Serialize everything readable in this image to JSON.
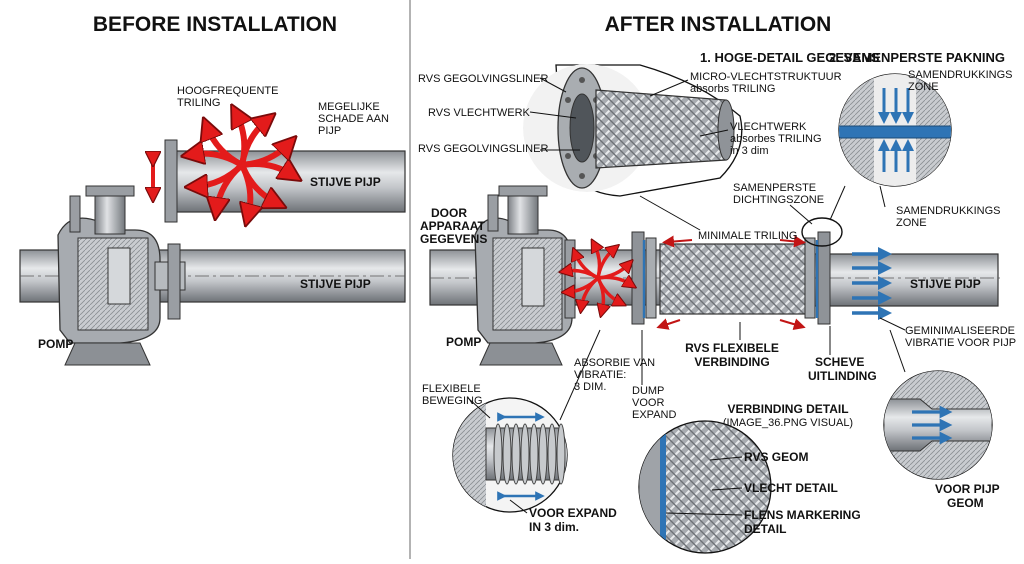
{
  "before": {
    "title": "BEFORE INSTALLATION",
    "label_vibration": [
      "HOOGFREQUENTE",
      "TRILING"
    ],
    "label_damage": [
      "MEGELIJKE",
      "SCHADE AAN",
      "PIJP"
    ],
    "label_pipe_top": "STIJVE PIJP",
    "label_pipe_bottom": "STIJVE PIJP",
    "label_pump": "POMP"
  },
  "after": {
    "title": "AFTER INSTALLATION",
    "detail1_title": "1. HOGE-DETAIL GEGEVENS",
    "detail1_liner_top": "RVS GEGOLVINGSLINER",
    "detail1_braid": "RVS VLECHTWERK",
    "detail1_liner_bottom": "RVS GEGOLVINGSLINER",
    "detail1_micro": [
      "MICRO-VLECHTSTRUKTUUR",
      "absorbs TRILING"
    ],
    "detail1_vlecht": [
      "VLECHTWERK",
      "absorbes TRILING",
      "in 3 dim"
    ],
    "detail2_title": "2. SAMENPERSTE PAKNING",
    "detail2_zone_top": [
      "SAMENDRUKKINGS",
      "ZONE"
    ],
    "detail2_zone_bottom": [
      "SAMENDRUKKINGS",
      "ZONE"
    ],
    "label_device": [
      "DOOR",
      "APPARAAT",
      "GEGEVENS"
    ],
    "label_sealing": [
      "SAMENPERSTE",
      "DICHTINGSZONE"
    ],
    "label_min_vibration": "MINIMALE TRILING",
    "label_pipe": "STIJVE PIJP",
    "label_pump": "POMP",
    "label_connection": [
      "RVS FLEXIBELE",
      "VERBINDING"
    ],
    "label_absorb": [
      "ABSORBIE VAN",
      "VIBRATIE:",
      "3 DIM."
    ],
    "label_dump": [
      "DUMP",
      "VOOR",
      "EXPAND"
    ],
    "label_misalign": [
      "SCHEVE",
      "UITLINDING"
    ],
    "label_minimized": [
      "GEMINIMALISEERDE",
      "VIBRATIE VOOR PIJP"
    ],
    "label_flex": [
      "FLEXIBELE",
      "BEWEGING"
    ],
    "label_expand": [
      "VOOR EXPAND",
      "IN 3 dim."
    ],
    "detail3_title": "VERBINDING DETAIL",
    "detail3_sub": "(IMAGE_36.PNG VISUAL)",
    "detail3_geom": "RVS GEOM",
    "detail3_braid": "VLECHT DETAIL",
    "detail3_flange": [
      "FLENS MARKERING",
      "DETAIL"
    ],
    "label_pipe_geom": [
      "VOOR PIJP",
      "GEOM"
    ]
  },
  "colors": {
    "vibration_arrow": "#e31b1b",
    "compression_arrow": "#2e74b5",
    "metal": "#b9bcc0",
    "metal_dark": "#6f7378"
  }
}
